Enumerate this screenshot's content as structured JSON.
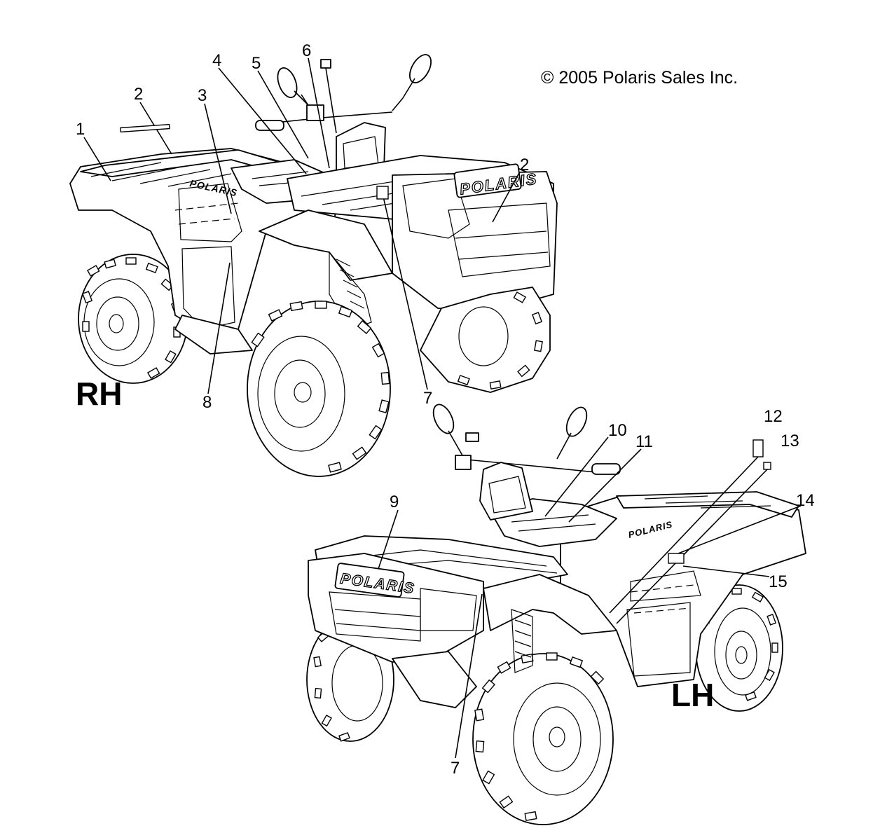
{
  "copyright": "© 2005 Polaris Sales Inc.",
  "brand": "POLARIS",
  "views": {
    "rh": {
      "label": "RH"
    },
    "lh": {
      "label": "LH"
    }
  },
  "callouts": {
    "rh": [
      "1",
      "2",
      "3",
      "4",
      "5",
      "6",
      "2",
      "7",
      "8"
    ],
    "lh": [
      "9",
      "10",
      "11",
      "12",
      "13",
      "14",
      "15",
      "7"
    ]
  },
  "colors": {
    "ink": "#000000",
    "paper": "#ffffff"
  }
}
